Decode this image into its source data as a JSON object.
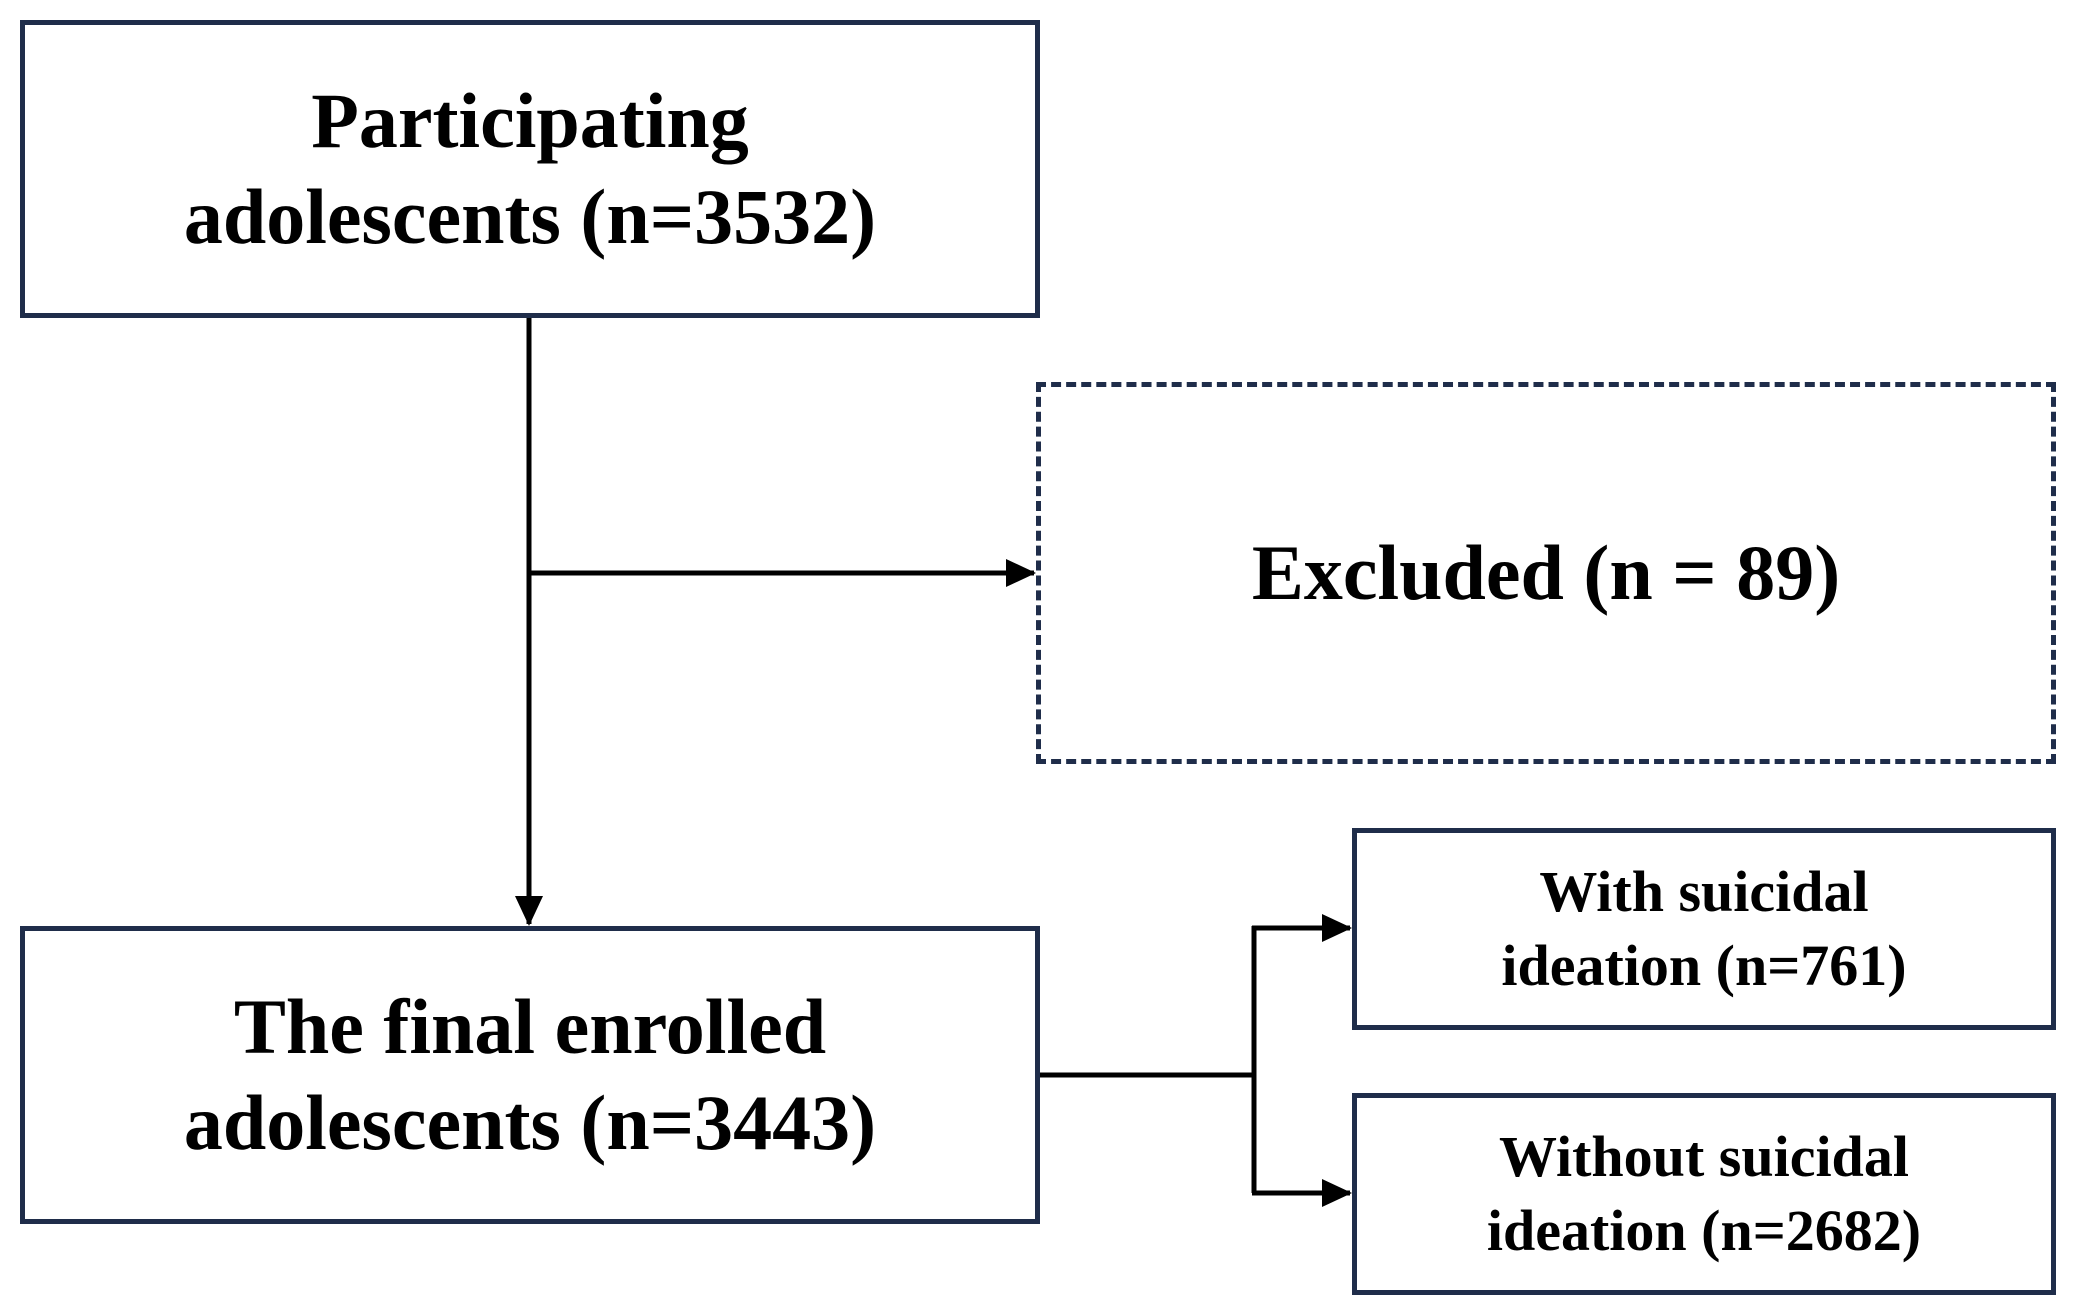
{
  "flowchart": {
    "participating": {
      "line1": "Participating",
      "line2": "adolescents (n=3532)"
    },
    "excluded": {
      "line1": "Excluded (n = 89)"
    },
    "final": {
      "line1": "The final enrolled",
      "line2": "adolescents (n=3443)"
    },
    "with_ideation": {
      "line1": "With suicidal",
      "line2": "ideation (n=761)"
    },
    "without_ideation": {
      "line1": "Without suicidal",
      "line2": "ideation (n=2682)"
    }
  },
  "colors": {
    "box_border": "#1f2d4a",
    "connector": "#000000",
    "text": "#000000"
  }
}
